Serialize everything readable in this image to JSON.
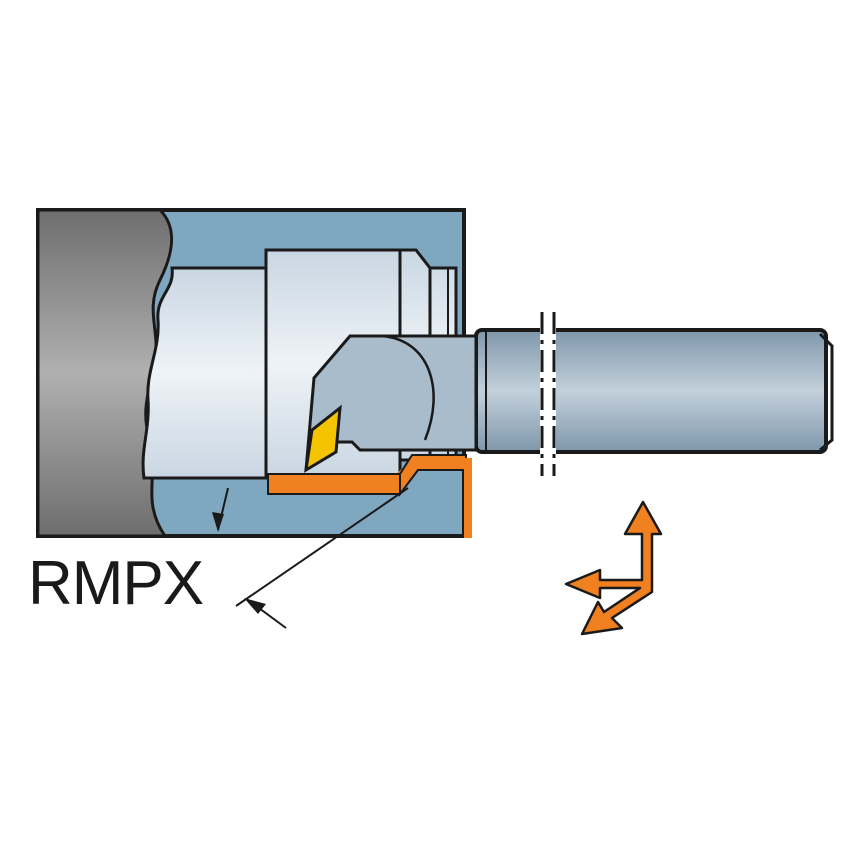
{
  "diagram": {
    "title": "Boring bar with cutting insert in workpiece bore",
    "label": "RMPX",
    "parts": [
      "workpiece-chuck",
      "workpiece-bore",
      "boring-bar-shank",
      "cutting-insert",
      "machined-surface",
      "feed-direction-arrows"
    ],
    "colors": {
      "chuck": "#8a8a8a",
      "workpiece": "#7fa8c0",
      "bore": "#dde6ee",
      "shank": "#9fb4c6",
      "insert": "#f5c400",
      "machined": "#f08020",
      "arrows": "#f08020",
      "outline": "#1a1a1a"
    }
  }
}
